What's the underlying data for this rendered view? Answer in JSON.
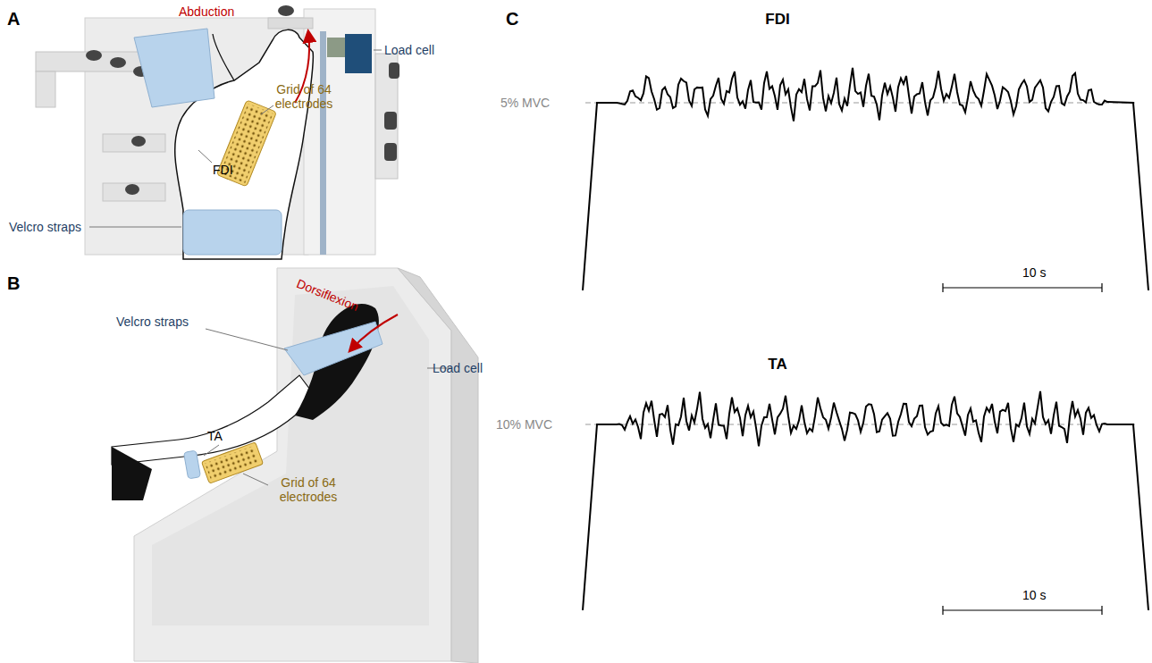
{
  "diagram": {
    "labels": [
      "A",
      "Abduction",
      "Load cell",
      "Grid of 64 electrodes",
      "FDI",
      "Velcro straps",
      "B",
      "Dorsiflexion",
      "Velcro straps",
      "Load cell",
      "TA",
      "Grid of 64 electrodes",
      "C",
      "FDI",
      "5% MVC",
      "10 s",
      "TA",
      "10% MVC",
      "10 s"
    ]
  }
}
